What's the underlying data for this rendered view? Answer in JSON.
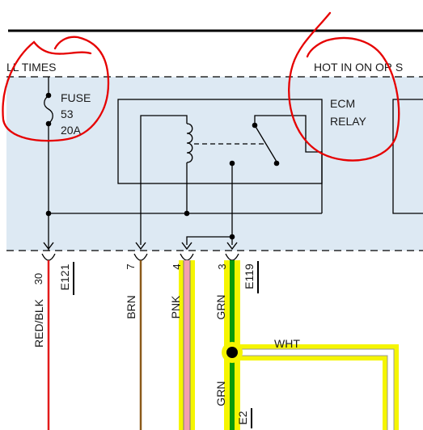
{
  "header": {
    "left_text": "LL TIMES",
    "right_text": "HOT IN ON OR S"
  },
  "fuse": {
    "label": "FUSE",
    "number": "53",
    "rating": "20A"
  },
  "relay": {
    "name_line1": "ECM",
    "name_line2": "RELAY"
  },
  "connectors": {
    "left": "E121",
    "right": "E119",
    "bottom": "E2"
  },
  "pins": [
    {
      "pin": "30",
      "wire_color": "RED/BLK"
    },
    {
      "pin": "7",
      "wire_color": "BRN"
    },
    {
      "pin": "4",
      "wire_color": "PNK"
    },
    {
      "pin": "3",
      "wire_color": "GRN"
    }
  ],
  "lower_wires": {
    "branch_color": "WHT",
    "trunk_color": "GRN"
  },
  "colors": {
    "box_fill": "#dde9f3",
    "highlight": "#f5f500",
    "red_blk": "#e21b1b",
    "brown": "#8b5a1a",
    "pink": "#f4a0b0",
    "green": "#0a9a0a",
    "annotation_red": "#e60000"
  }
}
